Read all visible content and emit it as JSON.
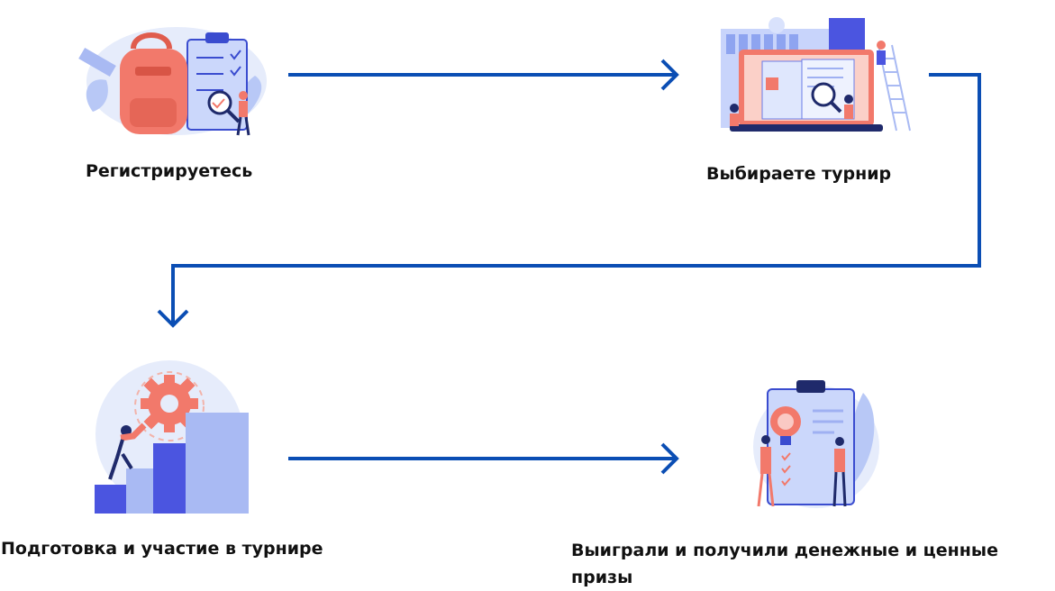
{
  "steps": [
    {
      "label": "Регистрируетесь",
      "illustration": "backpack-checklist-icon"
    },
    {
      "label": "Выбираете турнир",
      "illustration": "laptop-documents-icon"
    },
    {
      "label": "Подготовка и участие в турнире",
      "illustration": "gear-steps-icon"
    },
    {
      "label": "Выиграли и получили денежные и ценные призы",
      "illustration": "lightbulb-clipboard-icon"
    }
  ],
  "colors": {
    "connector": "#0b4eb4",
    "accent_coral": "#f2796b",
    "accent_blue": "#4b55e0",
    "light_blue": "#cfdcfa"
  }
}
